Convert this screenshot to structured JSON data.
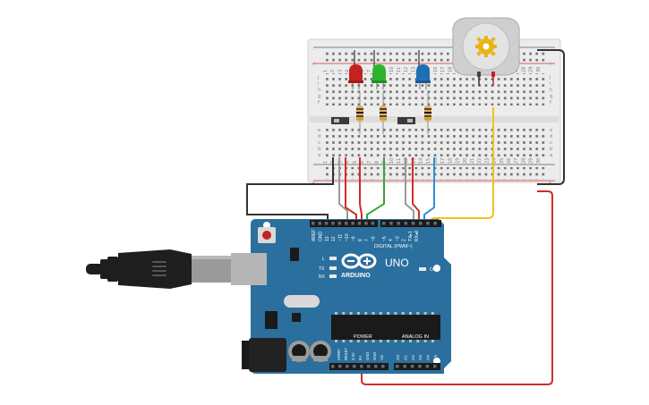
{
  "board": {
    "brand": "ARDUINO",
    "model": "UNO",
    "digital_label": "DIGITAL (PWM~)",
    "analog_label": "ANALOG IN",
    "power_label": "POWER",
    "on_label": "ON",
    "l_label": "L",
    "tx_label": "TX",
    "rx_label": "RX",
    "digital_pins": [
      "AREF",
      "GND",
      "13",
      "12",
      "~11",
      "~10",
      "~9",
      "8",
      "7",
      "~6",
      "~5",
      "4",
      "~3",
      "2",
      "TX▸1",
      "RX◂0"
    ],
    "power_pins": [
      "IOREF",
      "RESET",
      "3.3V",
      "5V",
      "GND",
      "GND",
      "Vin"
    ],
    "analog_pins": [
      "A0",
      "A1",
      "A2",
      "A3",
      "A4",
      "A5"
    ]
  },
  "breadboard": {
    "column_numbers": [
      "1",
      "2",
      "3",
      "4",
      "5",
      "6",
      "7",
      "8",
      "9",
      "10",
      "11",
      "12",
      "13",
      "14",
      "15",
      "16",
      "17",
      "18",
      "19",
      "20",
      "21",
      "22",
      "23",
      "24",
      "25",
      "26",
      "27",
      "28",
      "29",
      "30"
    ],
    "row_letters_top": [
      "j",
      "i",
      "h",
      "g",
      "f"
    ],
    "row_letters_bottom": [
      "e",
      "d",
      "c",
      "b",
      "a"
    ],
    "plus": "+",
    "minus": "-"
  },
  "colors": {
    "board_blue": "#2a6f9e",
    "wire_red": "#d22b2b",
    "wire_black": "#333333",
    "wire_green": "#3aa53a",
    "wire_blue": "#2f8fd6",
    "wire_yellow": "#f2c218",
    "wire_gray": "#9a9a9a",
    "led_red": "#c62020",
    "led_green": "#2db52d",
    "led_blue": "#1f6fb3"
  }
}
